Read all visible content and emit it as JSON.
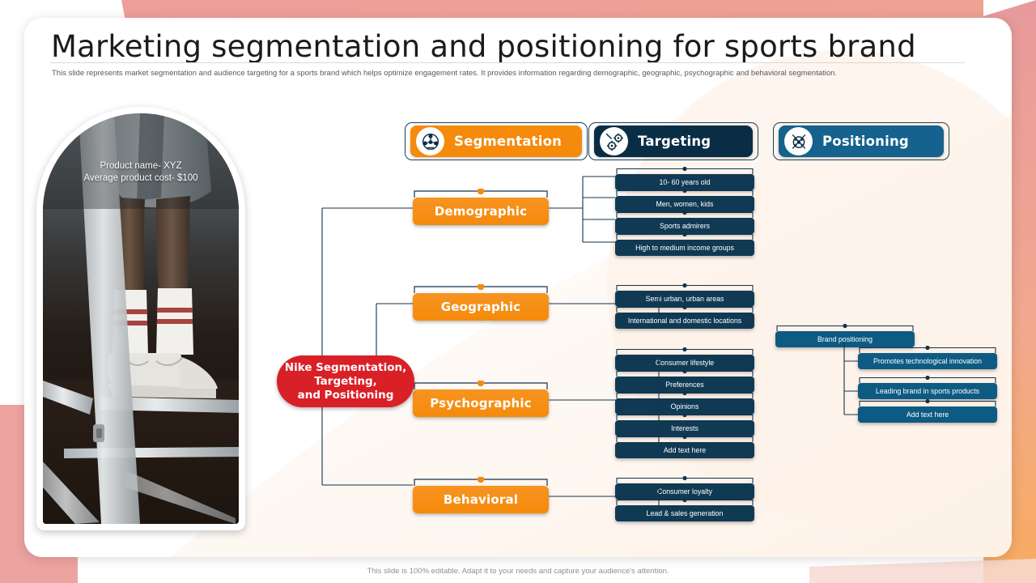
{
  "header": {
    "title": "Marketing segmentation and positioning for sports brand",
    "subtitle": "This slide represents market segmentation and audience targeting for a sports brand which helps optimize engagement rates. It provides information regarding demographic, geographic, psychographic and behavioral segmentation."
  },
  "photo": {
    "caption": "Product name- XYZ\nAverage  product cost- $100",
    "alt": "sports-shoes-photo"
  },
  "pills": [
    {
      "label": "Segmentation",
      "icon": "segmentation-network-icon",
      "color": "#f58a0b",
      "outline": "#1c3f56"
    },
    {
      "label": "Targeting",
      "icon": "targeting-gears-icon",
      "color": "#0a2d46",
      "outline": "#1c3f56"
    },
    {
      "label": "Positioning",
      "icon": "positioning-compass-icon",
      "color": "#14628d",
      "outline": "#1c3f56"
    }
  ],
  "root": {
    "label": "Nike Segmentation,\nTargeting,\nand Positioning",
    "color": "#d92027"
  },
  "branches": [
    {
      "label": "Demographic",
      "leaves": [
        "10- 60 years old",
        "Men, women,  kids",
        "Sports admirers",
        "High to medium income groups"
      ]
    },
    {
      "label": "Geographic",
      "leaves": [
        "Semi urban, urban areas",
        "International and domestic locations"
      ]
    },
    {
      "label": "Psychographic",
      "leaves": [
        "Consumer lifestyle",
        "Preferences",
        "Opinions",
        "Interests",
        "Add text here"
      ]
    },
    {
      "label": "Behavioral",
      "leaves": [
        "Consumer loyalty",
        "Lead & sales generation"
      ]
    }
  ],
  "positioning": {
    "parent": "Brand positioning",
    "leaves": [
      "Promotes technological innovation",
      "Leading brand in sports products",
      "Add text here"
    ]
  },
  "footer": {
    "note": "This slide is 100% editable. Adapt it to your needs and capture your audience's attention."
  },
  "colors": {
    "orange": "#f58a0b",
    "navy": "#103a54",
    "blue": "#0d5b83",
    "red": "#d92027",
    "line": "#14324a",
    "pink": "#eda39e",
    "peach": "#f6a96c"
  }
}
